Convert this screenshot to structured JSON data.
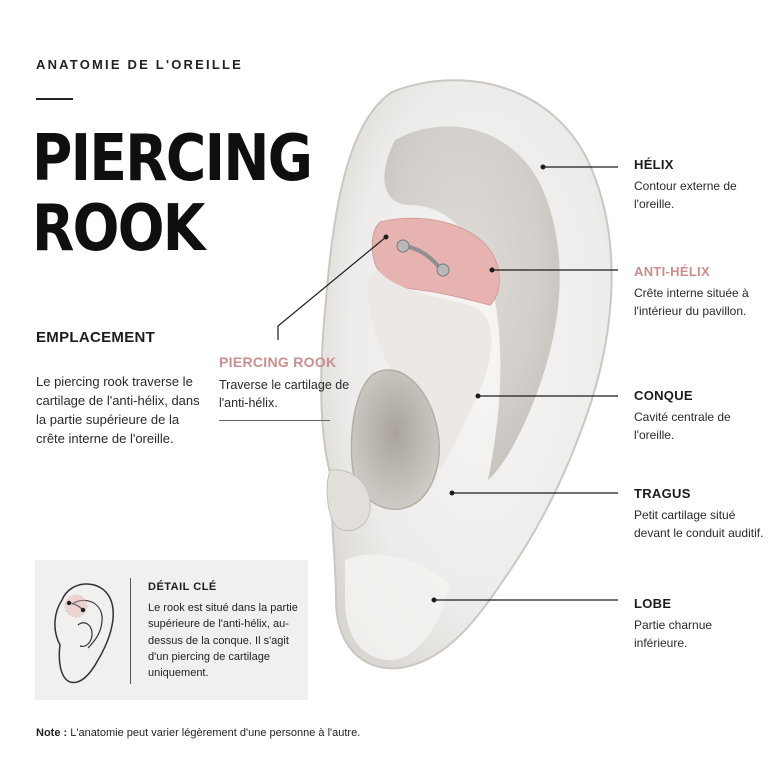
{
  "header": {
    "kicker": "ANATOMIE DE L'OREILLE",
    "title_line1": "PIERCING",
    "title_line2": "ROOK"
  },
  "emplacement": {
    "heading": "EMPLACEMENT",
    "text": "Le piercing rook traverse le cartilage de l'anti-hélix, dans la partie supérieure de la crête interne de l'oreille."
  },
  "rook_callout": {
    "heading": "PIERCING ROOK",
    "text": "Traverse le cartilage de l'anti-hélix."
  },
  "labels": [
    {
      "title": "HÉLIX",
      "desc": "Contour externe de l'oreille."
    },
    {
      "title": "ANTI-HÉLIX",
      "desc": "Crête interne située à l'intérieur du pavillon."
    },
    {
      "title": "CONQUE",
      "desc": "Cavité centrale de l'oreille."
    },
    {
      "title": "TRAGUS",
      "desc": "Petit cartilage situé devant le conduit auditif."
    },
    {
      "title": "LOBE",
      "desc": "Partie charnue inférieure."
    }
  ],
  "detail": {
    "heading": "DÉTAIL CLÉ",
    "text": "Le rook est situé dans la partie supérieure de l'anti-hélix, au-dessus de la conque. Il s'agit d'un piercing de cartilage uniquement."
  },
  "note": {
    "label": "Note :",
    "text": "L'anatomie peut varier légèrement d'une personne à l'autre."
  },
  "colors": {
    "accent_pink": "#c98f8f",
    "rook_zone": "#e7b3b1",
    "text_dark": "#1c1c1c",
    "box_bg": "#f1f0ee"
  }
}
